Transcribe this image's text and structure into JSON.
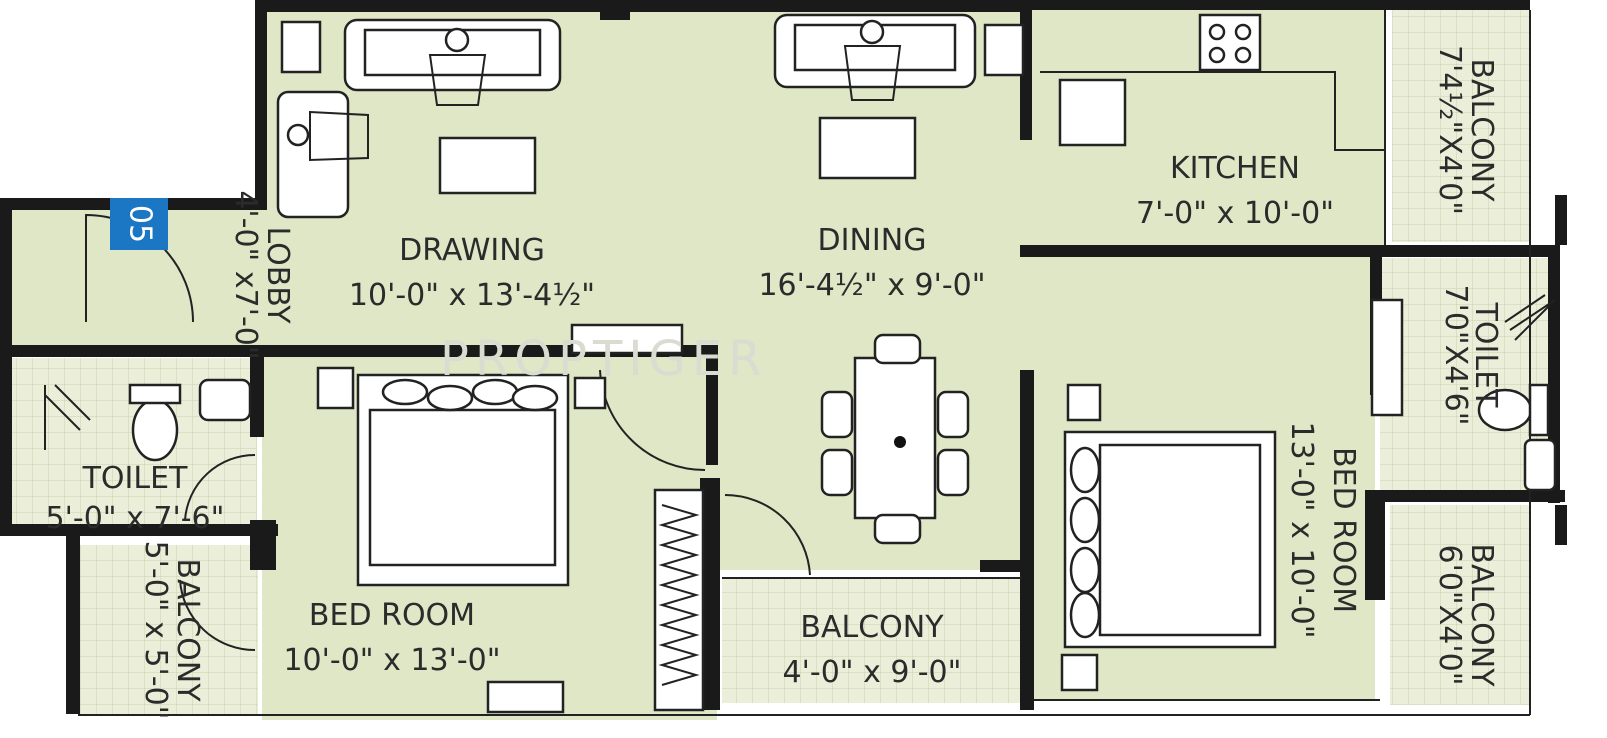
{
  "watermark": "PROPTIGER",
  "unit_badge": "05",
  "colors": {
    "floor": "#dfe7c6",
    "tile": "#ebefd9",
    "wall": "#1a1a1a",
    "badge": "#1b76c4"
  },
  "rooms": {
    "drawing": {
      "name": "DRAWING",
      "size": "10'-0\" x 13'-4½\""
    },
    "dining": {
      "name": "DINING",
      "size": "16'-4½\" x 9'-0\""
    },
    "kitchen": {
      "name": "KITCHEN",
      "size": "7'-0\" x 10'-0\""
    },
    "lobby": {
      "name": "LOBBY",
      "size": "4'-0\" x7'-0\""
    },
    "toilet_left": {
      "name": "TOILET",
      "size": "5'-0\" x 7'-6\""
    },
    "bedroom_left": {
      "name": "BED ROOM",
      "size": "10'-0\" x 13'-0\""
    },
    "balcony_left": {
      "name": "BALCONY",
      "size": "5'-0\" x 5'-0\""
    },
    "balcony_center": {
      "name": "BALCONY",
      "size": "4'-0\" x 9'-0\""
    },
    "bedroom_right": {
      "name": "BED ROOM",
      "size": "13'-0\" x 10'-0\""
    },
    "toilet_right": {
      "name": "TOILET",
      "size": "7'0\"X4'6\""
    },
    "balcony_top_right": {
      "name": "BALCONY",
      "size": "7'4½\"X4'0\""
    },
    "balcony_bottom_right": {
      "name": "BALCONY",
      "size": "6'0\"X4'0\""
    }
  }
}
